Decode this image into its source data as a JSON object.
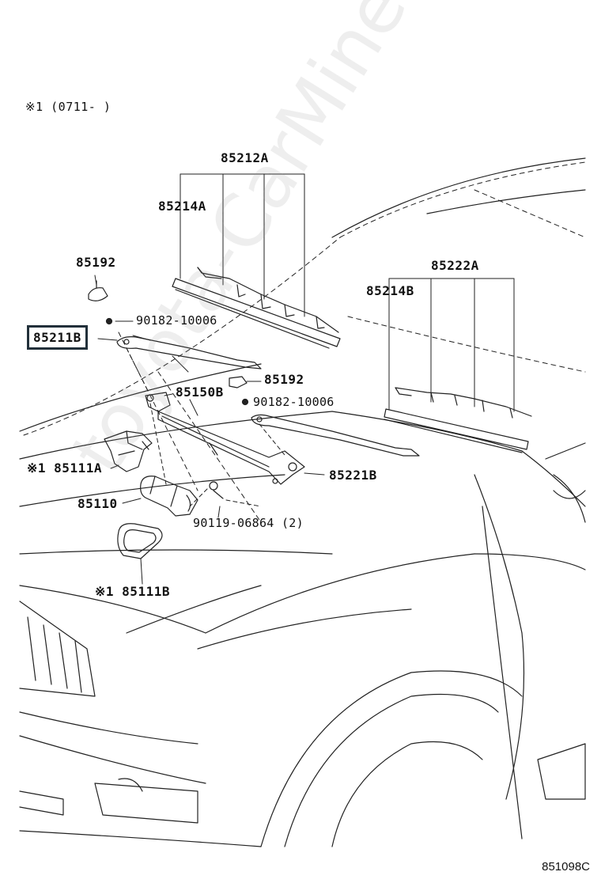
{
  "note": "※1 (0711-   )",
  "labels": {
    "p85212A": "85212A",
    "p85214A": "85214A",
    "p85192_top": "85192",
    "p90182_top": "90182-10006",
    "p85211B": "85211B",
    "p85192_mid": "85192",
    "p85150B": "85150B",
    "p90182_mid": "90182-10006",
    "p85222A": "85222A",
    "p85214B": "85214B",
    "p85221B": "85221B",
    "p85111A": "※1 85111A",
    "p85110": "85110",
    "p90119": "90119-06864 (2)",
    "p85111B": "※1 85111B"
  },
  "watermark": "toyota-CarMine.ru",
  "diagram_code": "851098C",
  "colors": {
    "line": "#222222",
    "highlight": "#22303a"
  }
}
